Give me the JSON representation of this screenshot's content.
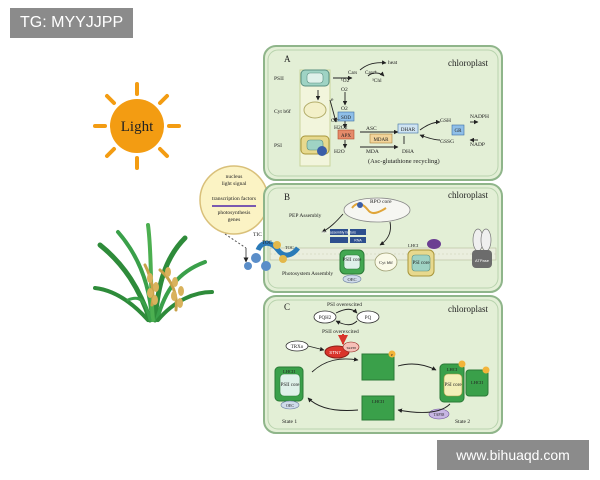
{
  "watermarks": {
    "top_left": "TG: MYYJJPP",
    "bottom_right": "www.bihuaqd.com"
  },
  "sun": {
    "label": "Light",
    "color": "#f39c12"
  },
  "bubble": {
    "line1": "nucleus",
    "line2": "light signal",
    "line3": "transcription factors",
    "line4": "photosynthesis",
    "line5": "genes"
  },
  "panelA": {
    "letter": "A",
    "title": "chloroplast",
    "psii": "PSII",
    "cytb6f": "Cyt b6f",
    "psi": "PSI",
    "heat": "heat",
    "cars": "Cars",
    "cars_star": "Cars*",
    "o2_1": "¹O2",
    "chl3": "³Chl",
    "o2a": "O2",
    "e": "e",
    "o2b": "O2",
    "o2c": "O2⁻",
    "sod": "SOD",
    "h2o2": "H2O2",
    "apx": "APX",
    "h2o": "H2O",
    "asc": "ASC",
    "mdar": "MDAR",
    "mda": "MDA",
    "dhar": "DHAR",
    "dha": "DHA",
    "gsh": "GSH",
    "gssg": "GSSG",
    "gr": "GR",
    "nadph": "NADPH",
    "nadp": "NADP",
    "cycle": "(Asc-glutathione recycling)"
  },
  "panelB": {
    "letter": "B",
    "title": "chloroplast",
    "rpo": "RPO core",
    "pep": "PEP Assembly",
    "tic": "TIC",
    "toc": "TOC",
    "toc_right": "TOC",
    "box1": "PSII assembly factors",
    "box2": "RNA",
    "psii_core": "PSII core",
    "oec": "OEC",
    "cyt": "Cyt b6f",
    "lhci": "LHCI",
    "psi_core": "PSI core",
    "atpase": "ATPase",
    "psa": "Photosystem Assembly"
  },
  "panelC": {
    "letter": "C",
    "title": "chloroplast",
    "overexcited1": "PSI overexcited",
    "pqh2": "PQH2",
    "pq": "PQ",
    "overexcited2": "PSII overexcited",
    "trxo": "TRXo",
    "stn7": "STN7",
    "tap38": "TAP38",
    "lhcii_a": "LHCII",
    "psii_core": "PSII core",
    "oec": "OEC",
    "state1": "State 1",
    "lhcii_mid": "LHCII",
    "lhci": "LHCI",
    "psi_core": "PSI core",
    "lhcii_r": "LHCII",
    "p": "P",
    "tap38b": "TAP38",
    "state2": "State 2"
  },
  "colors": {
    "panel_fill": "#e3efd6",
    "panel_border": "#8fb58a",
    "green": "#3aa04a",
    "teal": "#9fd3c4"
  }
}
